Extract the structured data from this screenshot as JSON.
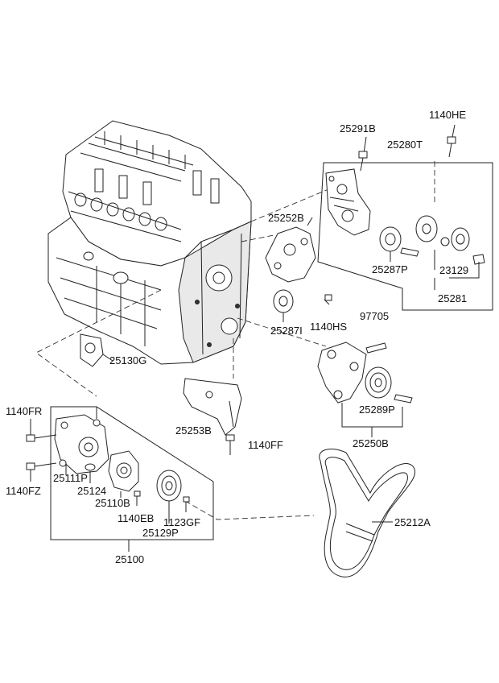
{
  "labels": {
    "p1140HE": "1140HE",
    "p25291B": "25291B",
    "p25280T": "25280T",
    "p25252B": "25252B",
    "p25287P": "25287P",
    "p23129": "23129",
    "p25281": "25281",
    "p25287I": "25287I",
    "p1140HS": "1140HS",
    "p97705": "97705",
    "p25130G": "25130G",
    "p25289P": "25289P",
    "p25250B": "25250B",
    "p25253B": "25253B",
    "p1140FF": "1140FF",
    "p1140FR": "1140FR",
    "p25111P": "25111P",
    "p1140FZ": "1140FZ",
    "p25124": "25124",
    "p25110B": "25110B",
    "p1140EB": "1140EB",
    "p1123GF": "1123GF",
    "p25129P": "25129P",
    "p25212A": "25212A",
    "p25100": "25100"
  }
}
